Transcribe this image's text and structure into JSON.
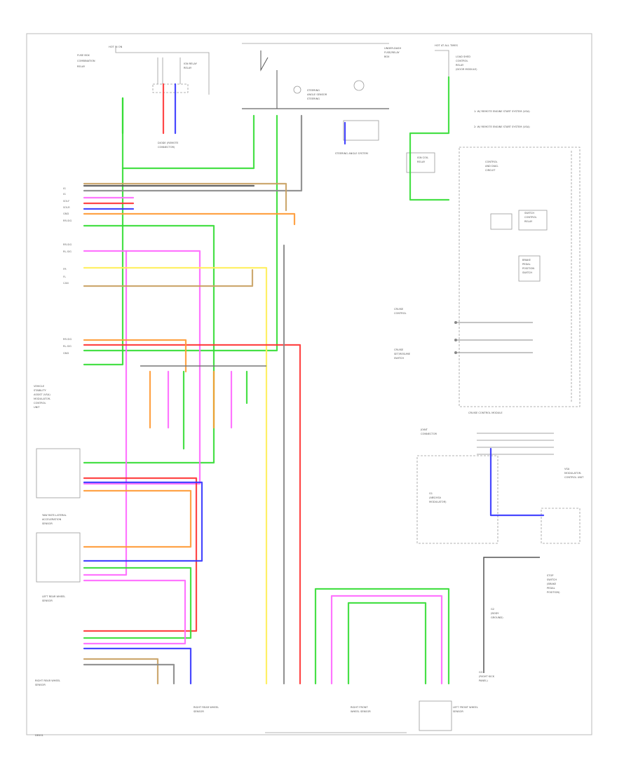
{
  "diagram": {
    "title": "",
    "connector_labels": {
      "left_panel": [
        "YAW RATE-LATERAL ACCELERATION SENSOR",
        "LEFT REAR WHEEL SENSOR",
        "RIGHT REAR WHEEL SENSOR"
      ],
      "top_left": "IGN RELAY, FRONT",
      "main_module": "VEHICLE STABILITY ASSIST (VSA) MODULATOR-CONTROL UNIT",
      "bottom_left": "RIGHT REAR WHEEL SENSOR",
      "bottom_center": "RIGHT FRONT WHEEL SENSOR",
      "bottom_right": "LEFT FRONT WHEEL SENSOR",
      "right_module": "CRUISE CONTROL MODULE",
      "right_legend_1": "1: W/ REMOTE ENGINE START SYSTEM (USA)",
      "right_legend_2": "2: W/ REMOTE ENGINE START SYSTEM (USA)",
      "page_ref": "DE001"
    },
    "colors": {
      "green": "#33dd33",
      "pink": "#ff66ff",
      "red": "#ff3333",
      "blue": "#3333ff",
      "orange": "#ff9933",
      "yellow": "#ffee55",
      "tan": "#c8a060",
      "gray": "#888888",
      "black": "#555555"
    }
  }
}
